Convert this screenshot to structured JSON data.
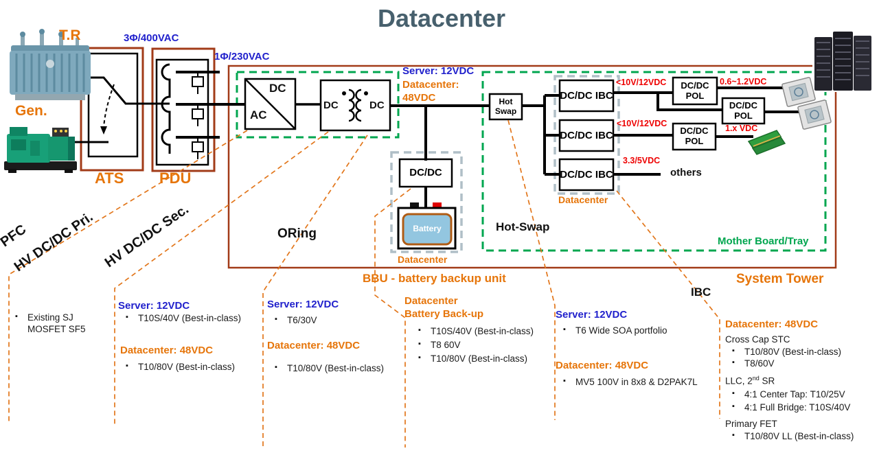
{
  "title": "Datacenter",
  "palette": {
    "accent_orange": "#e6750a",
    "frame_brown": "#a23b18",
    "label_blue": "#2121cc",
    "dash_green": "#00a64f",
    "rail_red": "#ee0000",
    "dash_gray": "#b0bfc7",
    "title_color": "#47606d",
    "battery_fill": "#93c6e0",
    "battery_border": "#b05c14"
  },
  "source": {
    "transformer_label": "T.R",
    "generator_label": "Gen.",
    "ats_label": "ATS",
    "pdu_label": "PDU",
    "three_phase": "3Φ/400VAC",
    "single_phase": "1Φ/230VAC"
  },
  "converters": {
    "dc": "DC",
    "ac": "AC",
    "dc_left": "DC",
    "dc_right": "DC",
    "dcdc": "DC/DC",
    "dcdc_ibc": "DC/DC IBC",
    "dcdc_pol": "DC/DC POL",
    "hot_swap": "Hot Swap"
  },
  "bus": {
    "server_heading": "Server: 12VDC",
    "datacenter_label": "Datacenter:",
    "datacenter_voltage": "48VDC"
  },
  "rails": {
    "ibc1": "<10V/12VDC",
    "ibc2": "<10V/12VDC",
    "ibc3": "3.3/5VDC",
    "pol1": "0.6~1.2VDC",
    "pol3": "1.x VDC",
    "others": "others"
  },
  "groups": {
    "ibc_datacenter": "Datacenter",
    "bbu_datacenter": "Datacenter",
    "battery": "Battery",
    "bbu_caption": "BBU - battery backup unit",
    "motherboard": "Mother Board/Tray",
    "system_tower": "System Tower"
  },
  "captions": {
    "oring": "ORing",
    "hot_swap": "Hot-Swap",
    "ibc": "IBC",
    "pfc": "PFC",
    "hv_pri": "HV DC/DC Pri.",
    "hv_sec": "HV DC/DC Sec."
  },
  "lanes": {
    "pfc": {
      "items": [
        "Existing SJ MOSFET SF5"
      ]
    },
    "hv_pri": {
      "server_heading": "Server: 12VDC",
      "server_items": [
        "T10S/40V (Best-in-class)"
      ],
      "datacenter_heading": "Datacenter: 48VDC",
      "datacenter_items": [
        "T10/80V (Best-in-class)"
      ]
    },
    "hv_sec": {
      "server_heading": "Server: 12VDC",
      "server_items": [
        "T6/30V"
      ],
      "datacenter_heading": "Datacenter: 48VDC",
      "datacenter_items": [
        "T10/80V (Best-in-class)"
      ]
    },
    "bbu": {
      "heading_line1": "Datacenter",
      "heading_line2": "Battery Back-up",
      "items": [
        "T10S/40V (Best-in-class)",
        "T8 60V",
        "T10/80V (Best-in-class)"
      ]
    },
    "hot_swap": {
      "server_heading": "Server: 12VDC",
      "server_items": [
        "T6 Wide SOA portfolio"
      ],
      "datacenter_heading": "Datacenter: 48VDC",
      "datacenter_items": [
        "MV5 100V in 8x8 & D2PAK7L"
      ]
    },
    "ibc": {
      "heading": "Datacenter: 48VDC",
      "sub1": "Cross Cap STC",
      "sub1_items": [
        "T10/80V (Best-in-class)",
        "T8/60V"
      ],
      "sub2_pre": "LLC, 2",
      "sub2_sup": "nd",
      "sub2_post": " SR",
      "sub2_items": [
        "4:1 Center Tap: T10/25V",
        "4:1 Full Bridge: T10S/40V"
      ],
      "sub3": "Primary FET",
      "sub3_items": [
        "T10/80V LL (Best-in-class)"
      ]
    }
  }
}
